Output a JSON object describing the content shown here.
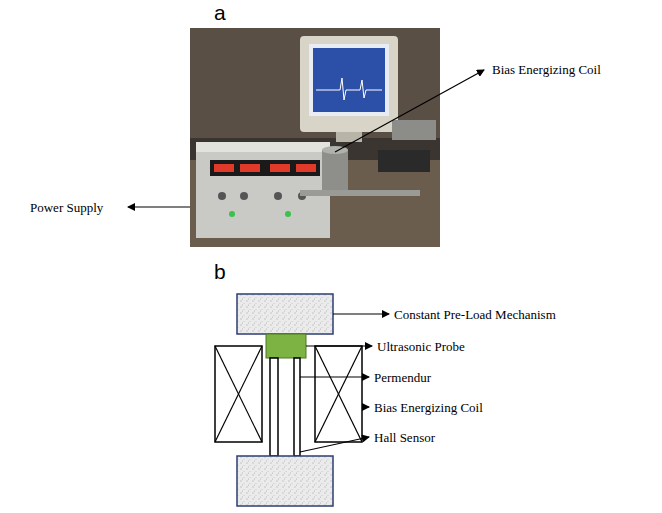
{
  "diagram": {
    "labels": [
      "a",
      "Bias Energizing Coil",
      "Power Supply",
      "b",
      "Constant Pre-Load Mechanism",
      "Ultrasonic Probe",
      "Permendur",
      "Bias Energizing Coil",
      "Hall Sensor"
    ]
  }
}
